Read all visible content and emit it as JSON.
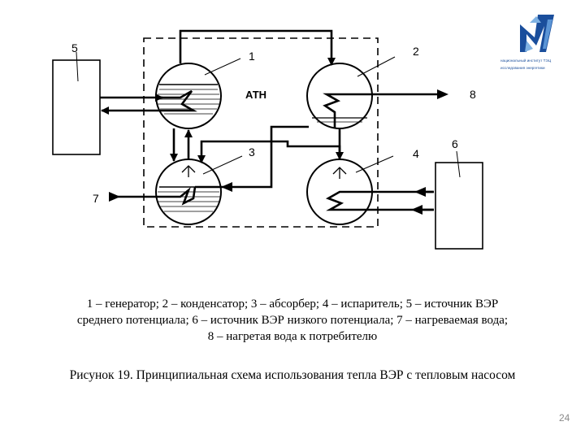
{
  "diagram": {
    "components": [
      {
        "number": "1"
      },
      {
        "number": "2"
      },
      {
        "number": "3"
      },
      {
        "number": "4"
      },
      {
        "number": "5"
      },
      {
        "number": "6"
      }
    ],
    "streams": [
      {
        "number": "7"
      },
      {
        "number": "8"
      }
    ],
    "unit_label": "АТН"
  },
  "logo": {
    "line1": "национальный институт ТЭЦ",
    "line2": "исследования энергетики"
  },
  "legend": {
    "line1": "1 – генератор; 2 – конденсатор; 3 – абсорбер;  4 – испаритель;  5 – источник  ВЭР",
    "line2": "среднего потенциала; 6 – источник ВЭР низкого потенциала; 7 – нагреваемая вода;",
    "line3": "8 – нагретая вода к потребителю"
  },
  "caption": "Рисунок 19. Принципиальная схема использования тепла ВЭР с тепловым насосом",
  "page_number": "24"
}
